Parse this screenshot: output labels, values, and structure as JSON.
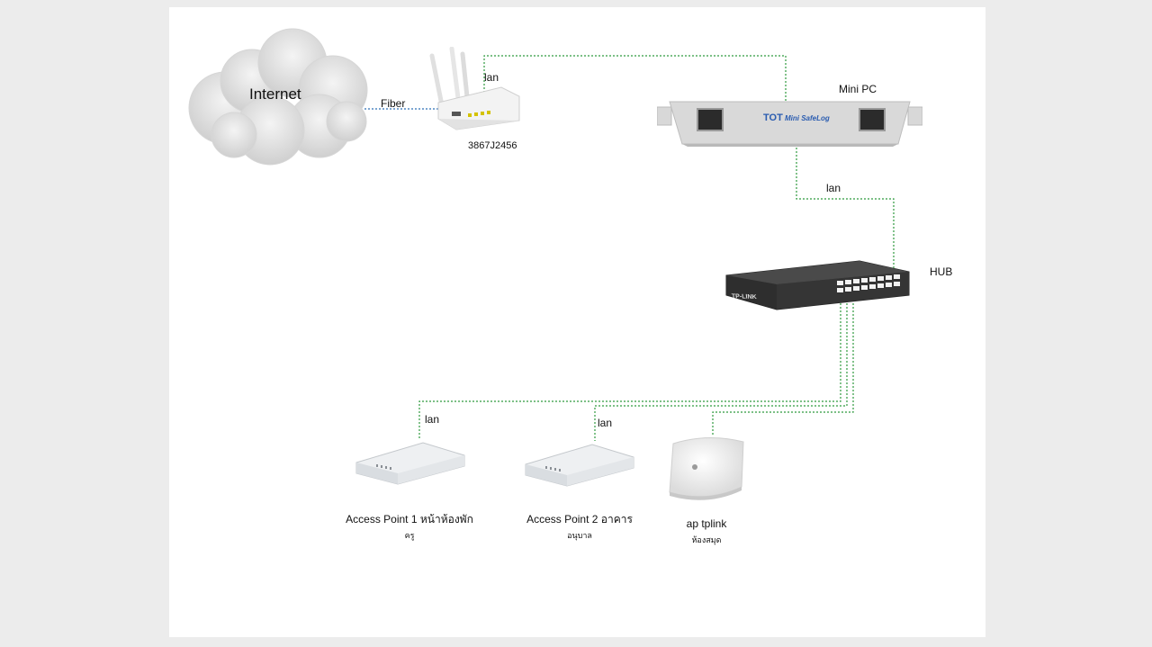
{
  "labels": {
    "internet": "Internet",
    "fiber": "Fiber",
    "router_lan": "lan",
    "router_id": "3867J2456",
    "mini_pc": "Mini PC",
    "mini_pc_brand": "TOT",
    "mini_pc_model": "Mini SafeLog",
    "lan_pc_hub": "lan",
    "hub": "HUB",
    "hub_brand": "TP-LINK",
    "lan_ap1": "lan",
    "lan_ap2": "lan"
  },
  "access_points": [
    {
      "name": "Access Point 1 หน้าห้องพัก",
      "sub": "ครู"
    },
    {
      "name": "Access Point 2 อาคาร",
      "sub": "อนุบาล"
    },
    {
      "name": "ap tplink",
      "sub": "ห้องสมุด"
    }
  ],
  "colors": {
    "link": "#2e9a3e",
    "fiber": "#2f6fb8"
  }
}
